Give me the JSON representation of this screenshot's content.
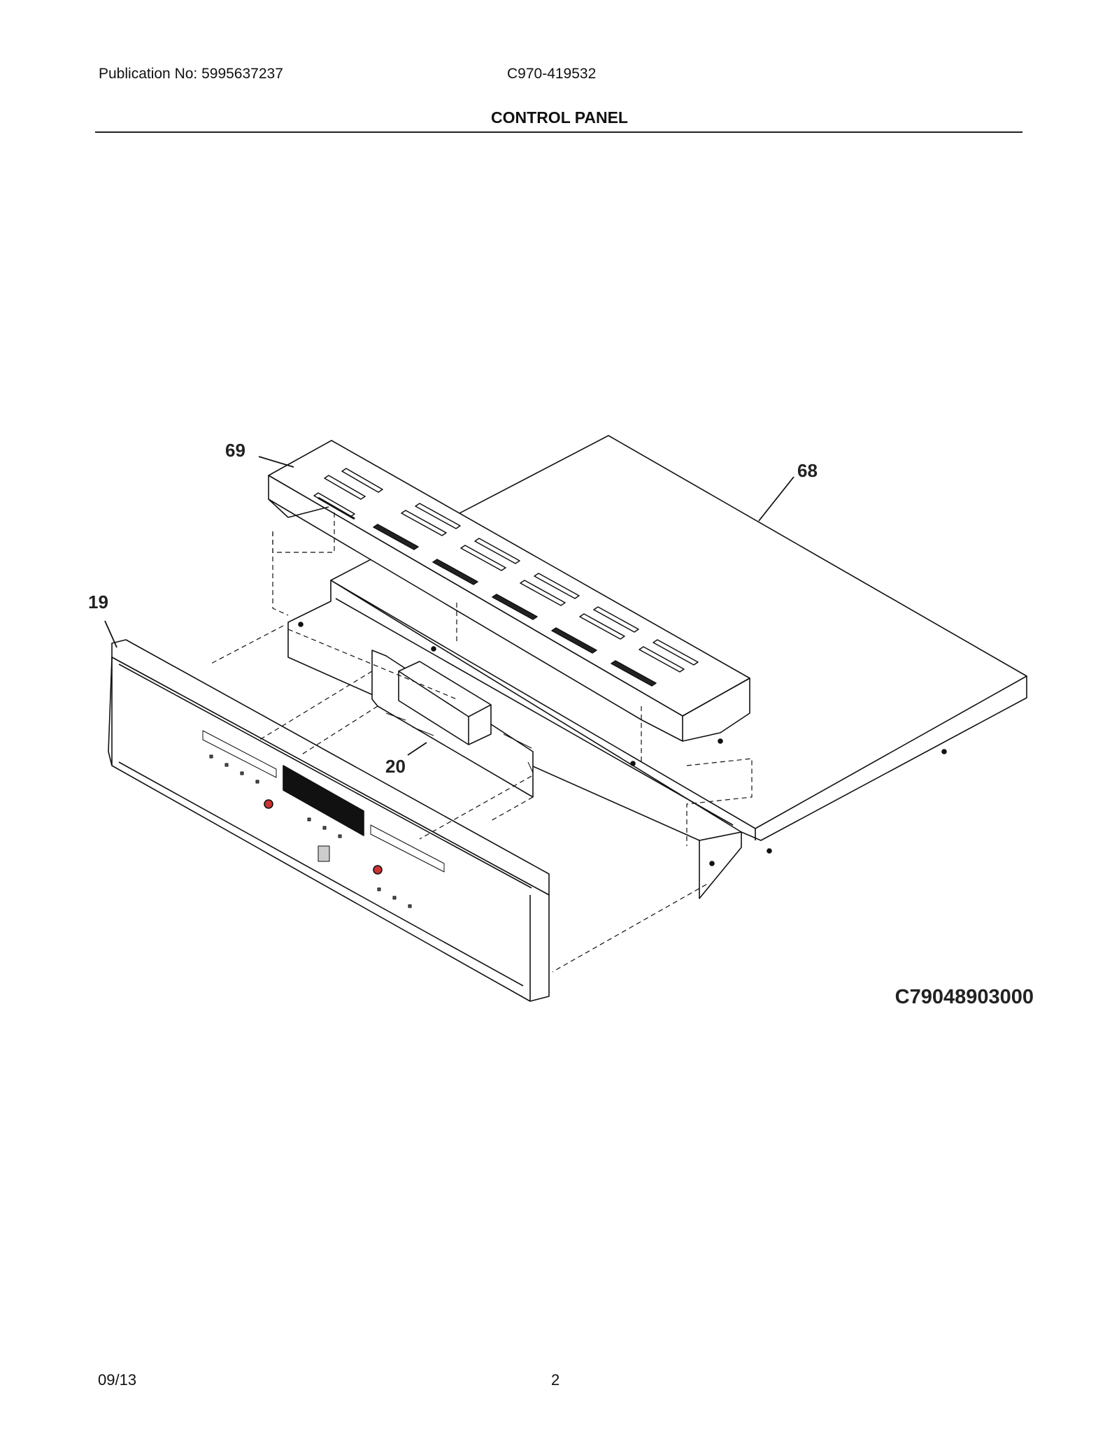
{
  "header": {
    "publication": "Publication No: 5995637237",
    "model": "C970-419532",
    "title": "CONTROL PANEL"
  },
  "diagram": {
    "callouts": [
      "69",
      "68",
      "19",
      "20"
    ],
    "code": "C79048903000"
  },
  "footer": {
    "date": "09/13",
    "page": "2"
  }
}
